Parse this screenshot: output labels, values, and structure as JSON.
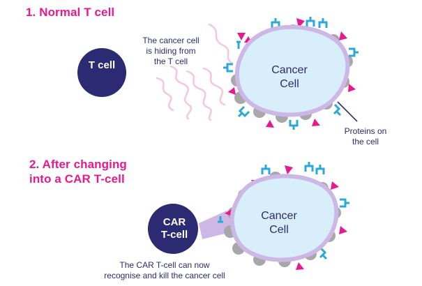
{
  "headings": {
    "normal": "1. Normal T cell",
    "after": [
      "2. After changing",
      "into a CAR T-cell"
    ]
  },
  "t_cell": {
    "label": "T cell"
  },
  "car_t_cell": {
    "label": [
      "CAR",
      "T-cell"
    ]
  },
  "cancer_cell_1": {
    "label": [
      "Cancer",
      "Cell"
    ]
  },
  "cancer_cell_2": {
    "label": [
      "Cancer",
      "Cell"
    ]
  },
  "annotations": {
    "hiding": [
      "The cancer cell",
      "is hiding from",
      "the T cell"
    ],
    "proteins": [
      "Proteins on",
      "the cell"
    ],
    "car_can_kill": [
      "The CAR T-cell can now",
      "recognise and kill the cancer cell"
    ]
  },
  "colors": {
    "heading_pink": "#e6198f",
    "navy": "#2c2a72",
    "cell_fill": "#d8eefb",
    "cell_outline": "#cdb7e4",
    "protein_gray": "#a8a8aa",
    "protein_pink": "#e6198f",
    "protein_blue": "#2aa8d8",
    "squiggle_pink": "#f6c6dc",
    "car_connector": "#cdb7e4"
  }
}
